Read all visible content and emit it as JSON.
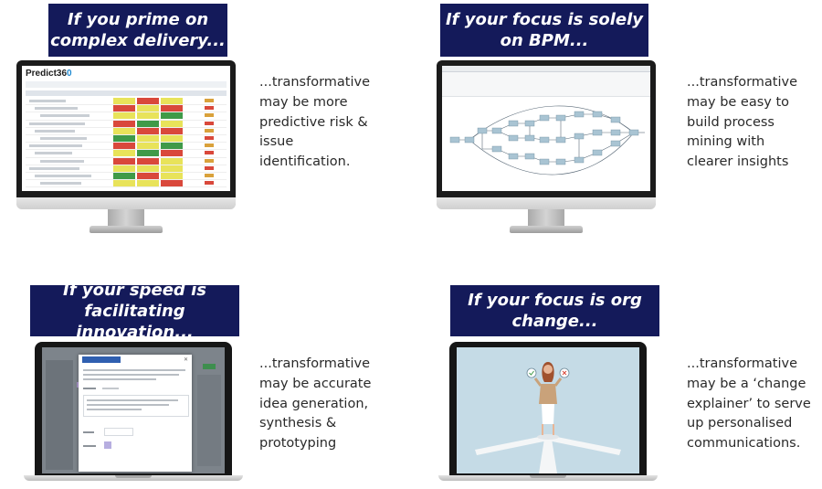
{
  "quadrants": [
    {
      "title_line1": "If you prime on",
      "title_line2": "complex delivery...",
      "description": [
        "...transformative",
        "may be more",
        "predictive risk &",
        "issue",
        "identification."
      ],
      "screen": {
        "logo_text": "Predict36",
        "logo_accent": "0"
      }
    },
    {
      "title_line1": "If your focus is solely",
      "title_line2": "on BPM...",
      "description": [
        "...transformative",
        "may be easy to",
        "build process",
        "mining with",
        "clearer insights"
      ]
    },
    {
      "title_line1": "If your speed is",
      "title_line2": "facilitating innovation...",
      "description": [
        "...transformative",
        "may be accurate",
        "idea generation,",
        "synthesis &",
        "prototyping"
      ]
    },
    {
      "title_line1": "If your focus is org",
      "title_line2": "change...",
      "description": [
        "...transformative",
        "may be a ‘change",
        "explainer’ to serve",
        "up personalised",
        "communications."
      ]
    }
  ],
  "colors": {
    "banner_bg": "#141a5a",
    "banner_text": "#ffffff",
    "risk_red": "#d9483b",
    "risk_yellow": "#e8e35a",
    "risk_green": "#3f9a48",
    "process_box": "#a9c4d3",
    "illustration_bg": "#c5dbe6"
  }
}
